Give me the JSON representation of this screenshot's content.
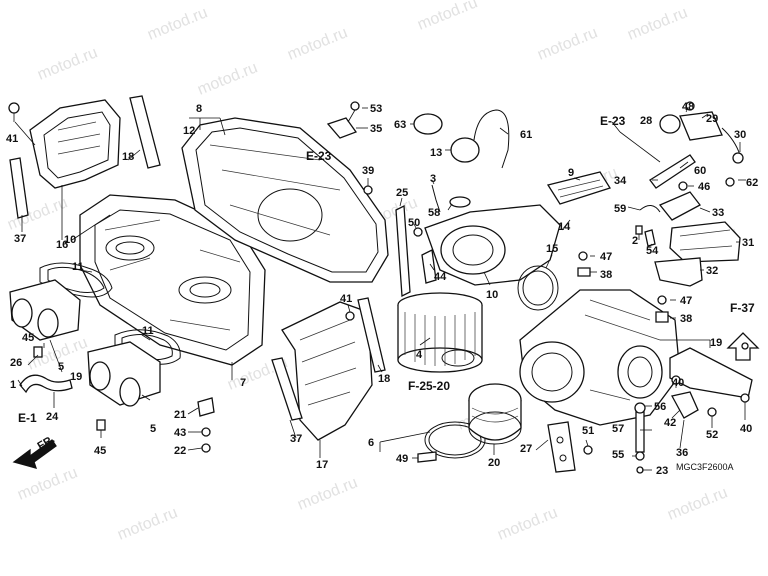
{
  "watermark": "motod.ru",
  "drawing_code": "MGC3F2600A",
  "front_label": "FR.",
  "refs": {
    "e23_a": "E-23",
    "e23_b": "E-23",
    "e1": "E-1",
    "f25_20": "F-25-20",
    "f37": "F-37"
  },
  "callouts": {
    "c41a": "41",
    "c37a": "37",
    "c16": "16",
    "c18a": "18",
    "c8": "8",
    "c12": "12",
    "c10a": "10",
    "c11a": "11",
    "c45a": "45",
    "c26": "26",
    "c5a": "5",
    "c19": "19",
    "c24": "24",
    "c1": "1",
    "c11b": "11",
    "c7": "7",
    "c5b": "5",
    "c45b": "45",
    "c21": "21",
    "c43": "43",
    "c22": "22",
    "c53": "53",
    "c35": "35",
    "c39": "39",
    "c63": "63",
    "c13": "13",
    "c61": "61",
    "c3": "3",
    "c58": "58",
    "c25": "25",
    "c50": "50",
    "c44": "44",
    "c10b": "10",
    "c9": "9",
    "c14": "14",
    "c15": "15",
    "c47a": "47",
    "c38a": "38",
    "c41b": "41",
    "c4": "4",
    "c18b": "18",
    "c37b": "37",
    "c17": "17",
    "c6": "6",
    "c49": "49",
    "c20": "20",
    "c27": "27",
    "c51": "51",
    "c28": "28",
    "c48": "48",
    "c29": "29",
    "c30": "30",
    "c62": "62",
    "c60": "60",
    "c34": "34",
    "c46": "46",
    "c33": "33",
    "c59": "59",
    "c2": "2",
    "c54": "54",
    "c31": "31",
    "c32": "32",
    "c47b": "47",
    "c38b": "38",
    "c19b": "19",
    "c40a": "40",
    "c56": "56",
    "c42": "42",
    "c52": "52",
    "c57": "57",
    "c55": "55",
    "c23": "23",
    "c36": "36",
    "c40b": "40"
  }
}
